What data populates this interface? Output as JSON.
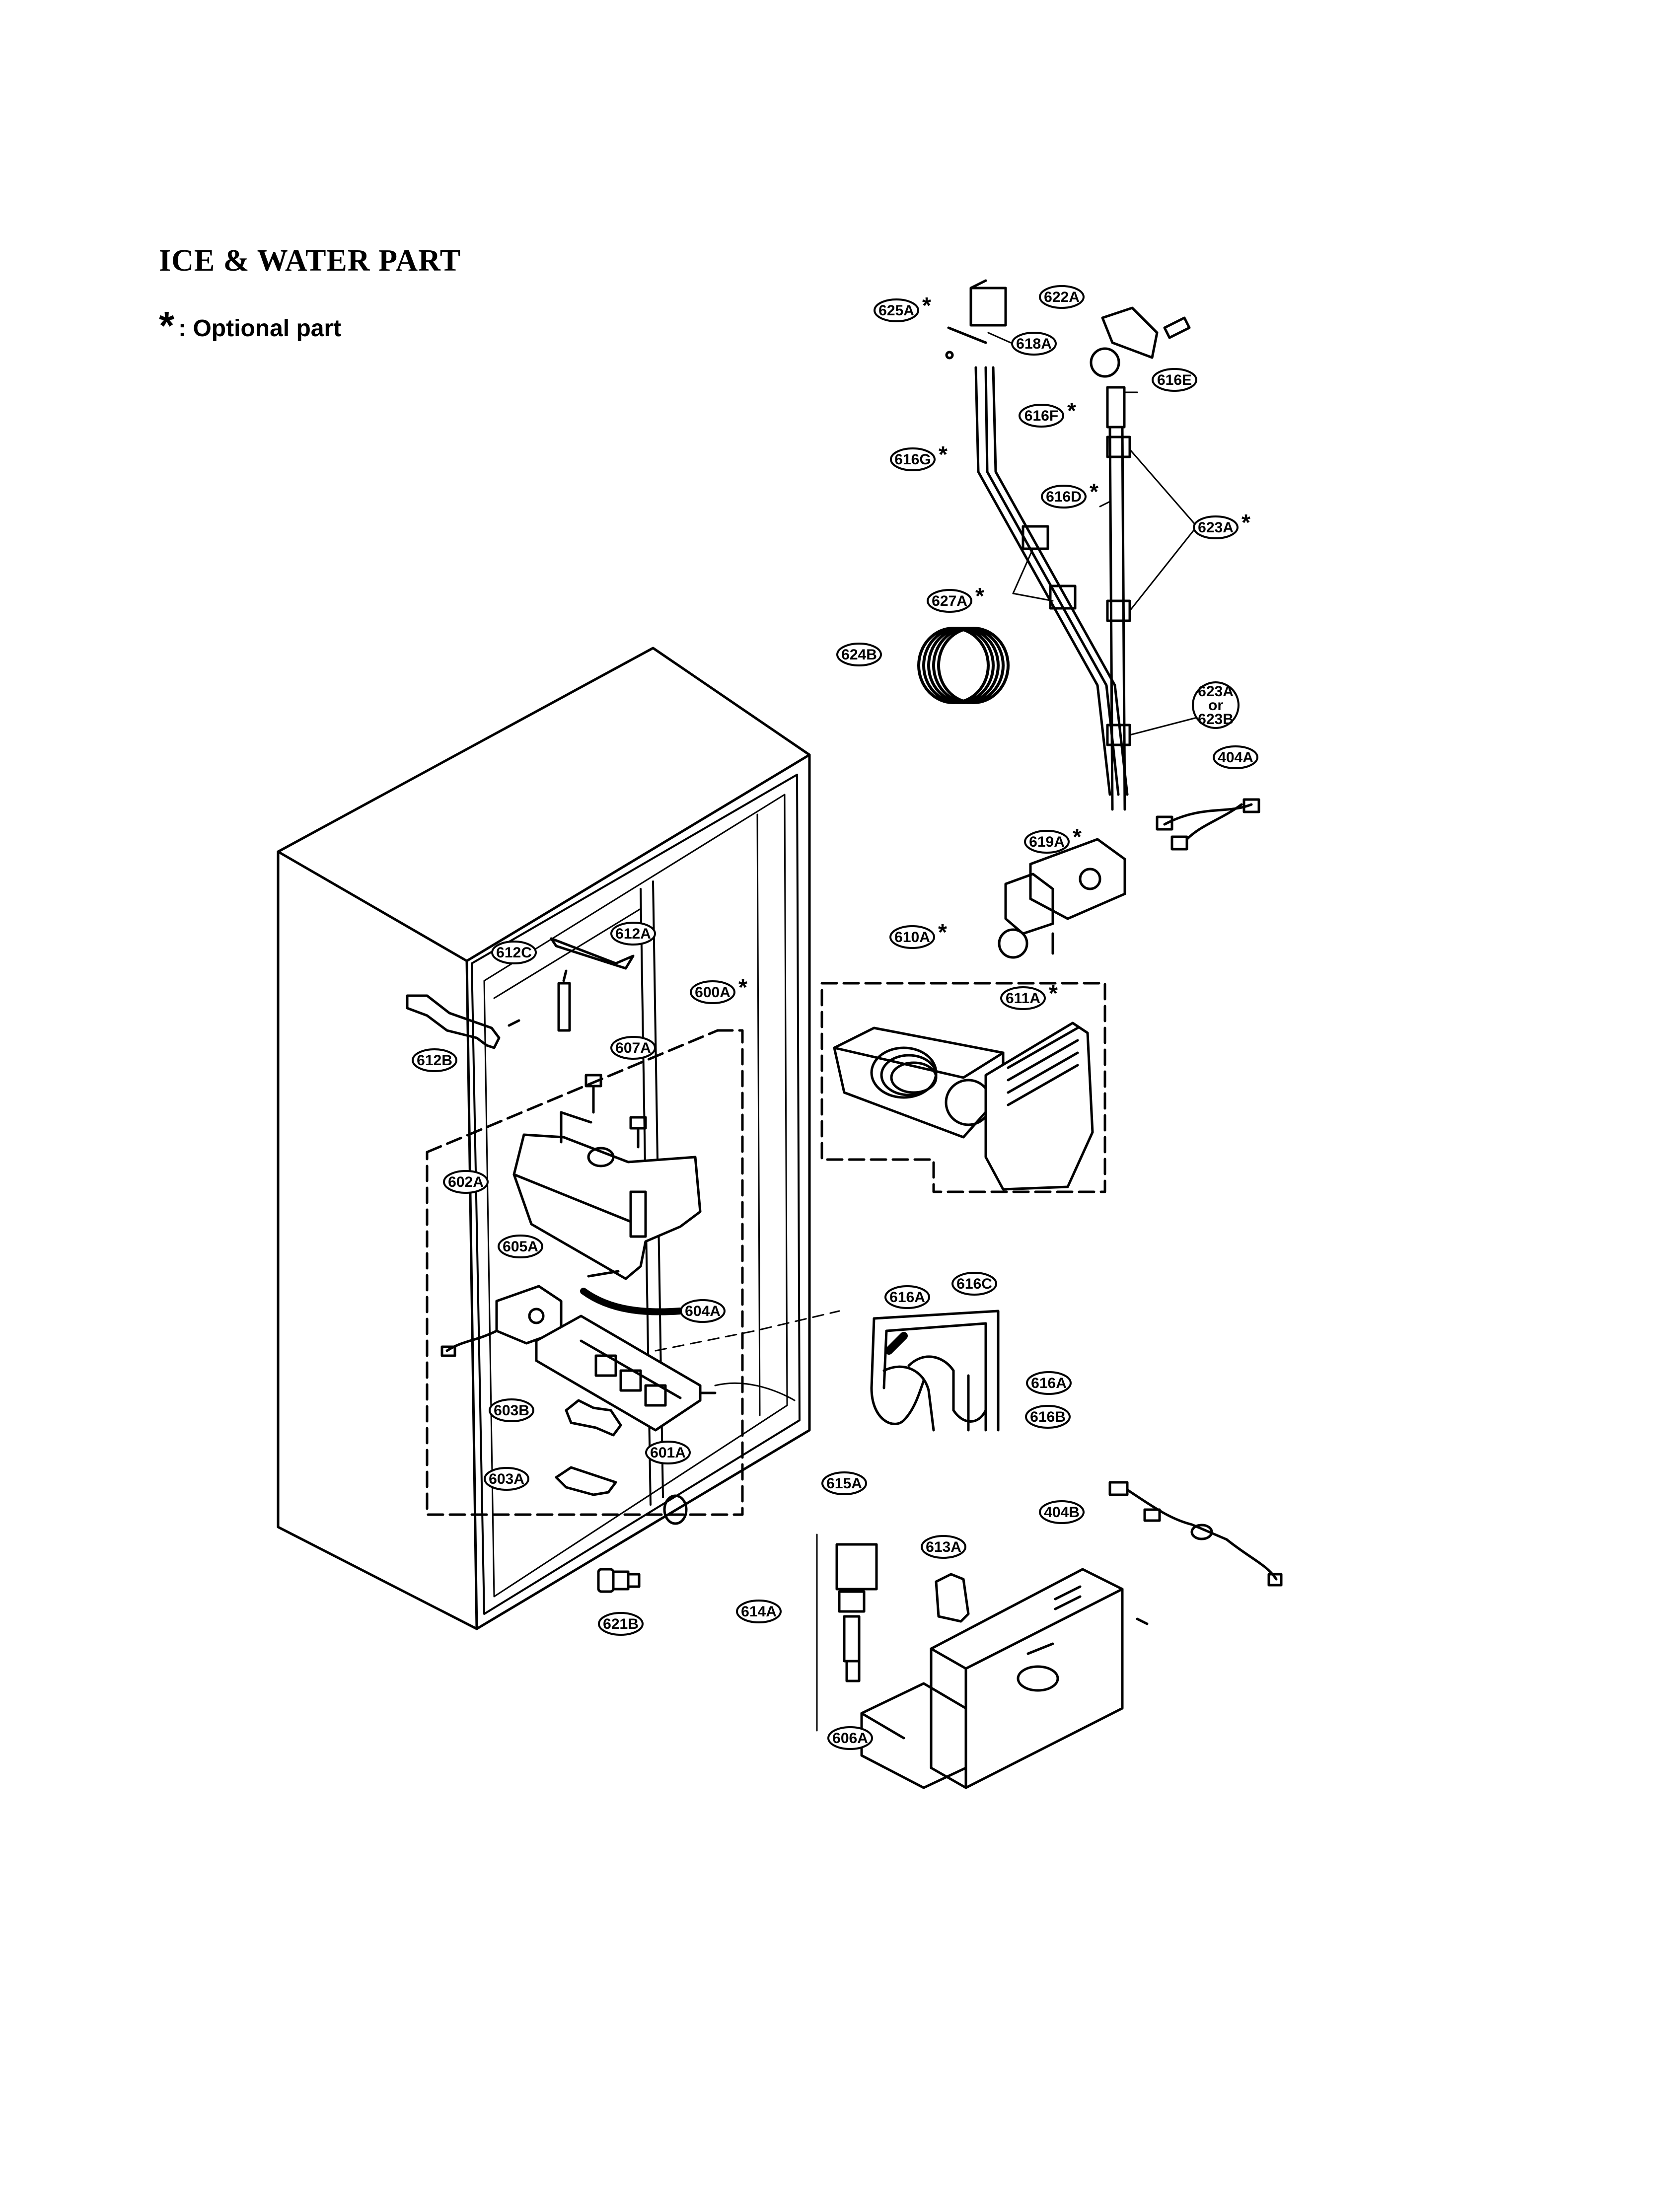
{
  "title": "ICE & WATER PART",
  "legend": {
    "symbol": "*",
    "text": ": Optional part"
  },
  "callouts": [
    {
      "id": "625A",
      "optional": true
    },
    {
      "id": "622A",
      "optional": false
    },
    {
      "id": "618A",
      "optional": false
    },
    {
      "id": "616E",
      "optional": false
    },
    {
      "id": "616F",
      "optional": true
    },
    {
      "id": "616G",
      "optional": true
    },
    {
      "id": "616D",
      "optional": true
    },
    {
      "id": "623A",
      "optional": true
    },
    {
      "id": "627A",
      "optional": true
    },
    {
      "id": "624B",
      "optional": false
    },
    {
      "id": "623A or 623B",
      "lines": [
        "623A",
        "or",
        "623B"
      ],
      "optional": false
    },
    {
      "id": "404A",
      "optional": false
    },
    {
      "id": "619A",
      "optional": true
    },
    {
      "id": "610A",
      "optional": true
    },
    {
      "id": "611A",
      "optional": true
    },
    {
      "id": "612A",
      "optional": false
    },
    {
      "id": "612C",
      "optional": false
    },
    {
      "id": "600A",
      "optional": true
    },
    {
      "id": "612B",
      "optional": false
    },
    {
      "id": "607A",
      "optional": false
    },
    {
      "id": "602A",
      "optional": false
    },
    {
      "id": "605A",
      "optional": false
    },
    {
      "id": "604A",
      "optional": false
    },
    {
      "id": "616A",
      "optional": false
    },
    {
      "id": "616C",
      "optional": false
    },
    {
      "id": "616A",
      "optional": false
    },
    {
      "id": "616B",
      "optional": false
    },
    {
      "id": "603B",
      "optional": false
    },
    {
      "id": "601A",
      "optional": false
    },
    {
      "id": "615A",
      "optional": false
    },
    {
      "id": "603A",
      "optional": false
    },
    {
      "id": "404B",
      "optional": false
    },
    {
      "id": "613A",
      "optional": false
    },
    {
      "id": "614A",
      "optional": false
    },
    {
      "id": "621B",
      "optional": false
    },
    {
      "id": "606A",
      "optional": false
    }
  ]
}
